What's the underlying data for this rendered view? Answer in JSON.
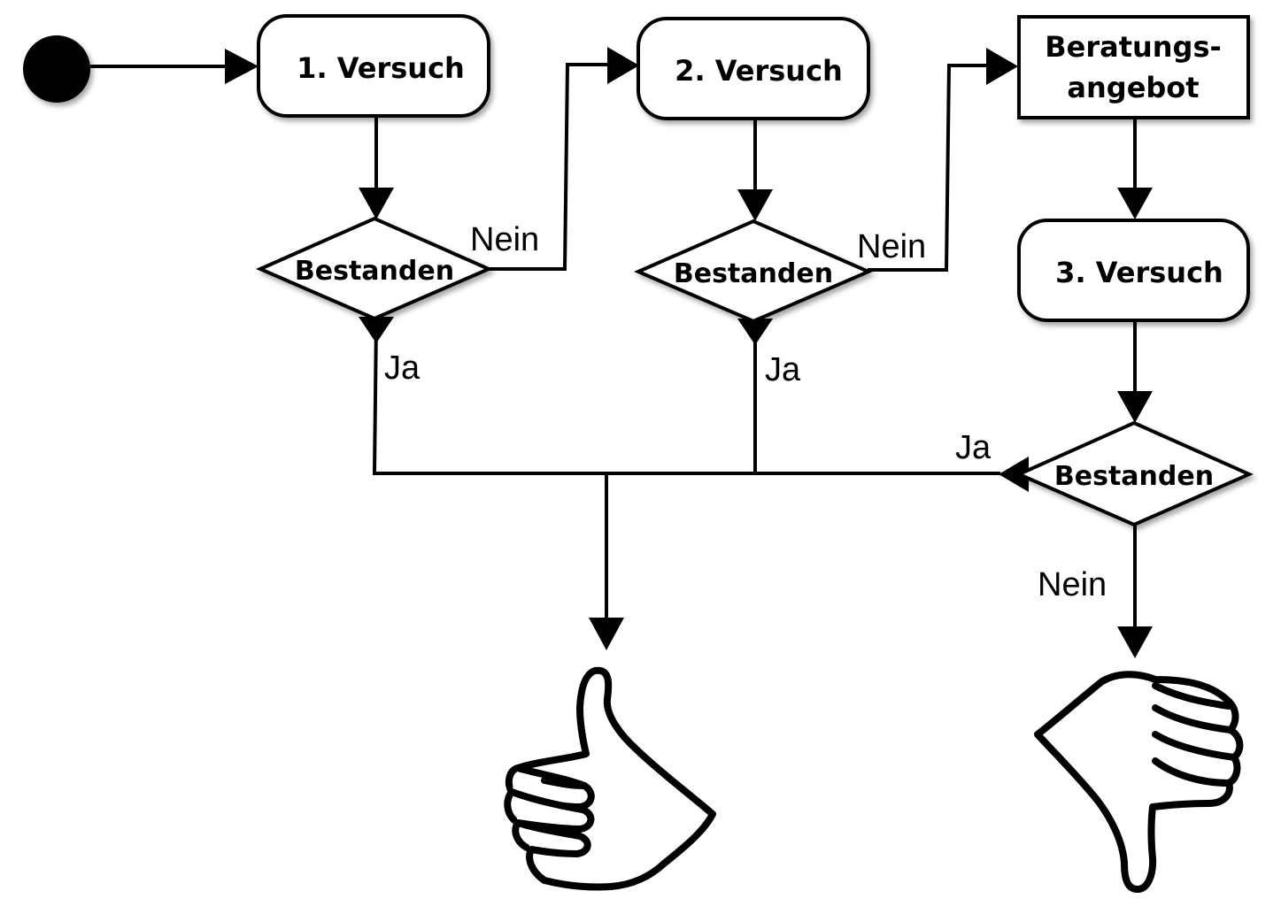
{
  "nodes": {
    "attempt1": "1. Versuch",
    "attempt2": "2. Versuch",
    "counseling_line1": "Beratungs-",
    "counseling_line2": "angebot",
    "attempt3": "3. Versuch",
    "decision1": "Bestanden",
    "decision2": "Bestanden",
    "decision3": "Bestanden"
  },
  "edges": {
    "d1_no": "Nein",
    "d1_yes": "Ja",
    "d2_no": "Nein",
    "d2_yes": "Ja",
    "d3_yes": "Ja",
    "d3_no": "Nein"
  },
  "icons": {
    "pass": "thumbs-up-icon",
    "fail": "thumbs-down-icon"
  }
}
